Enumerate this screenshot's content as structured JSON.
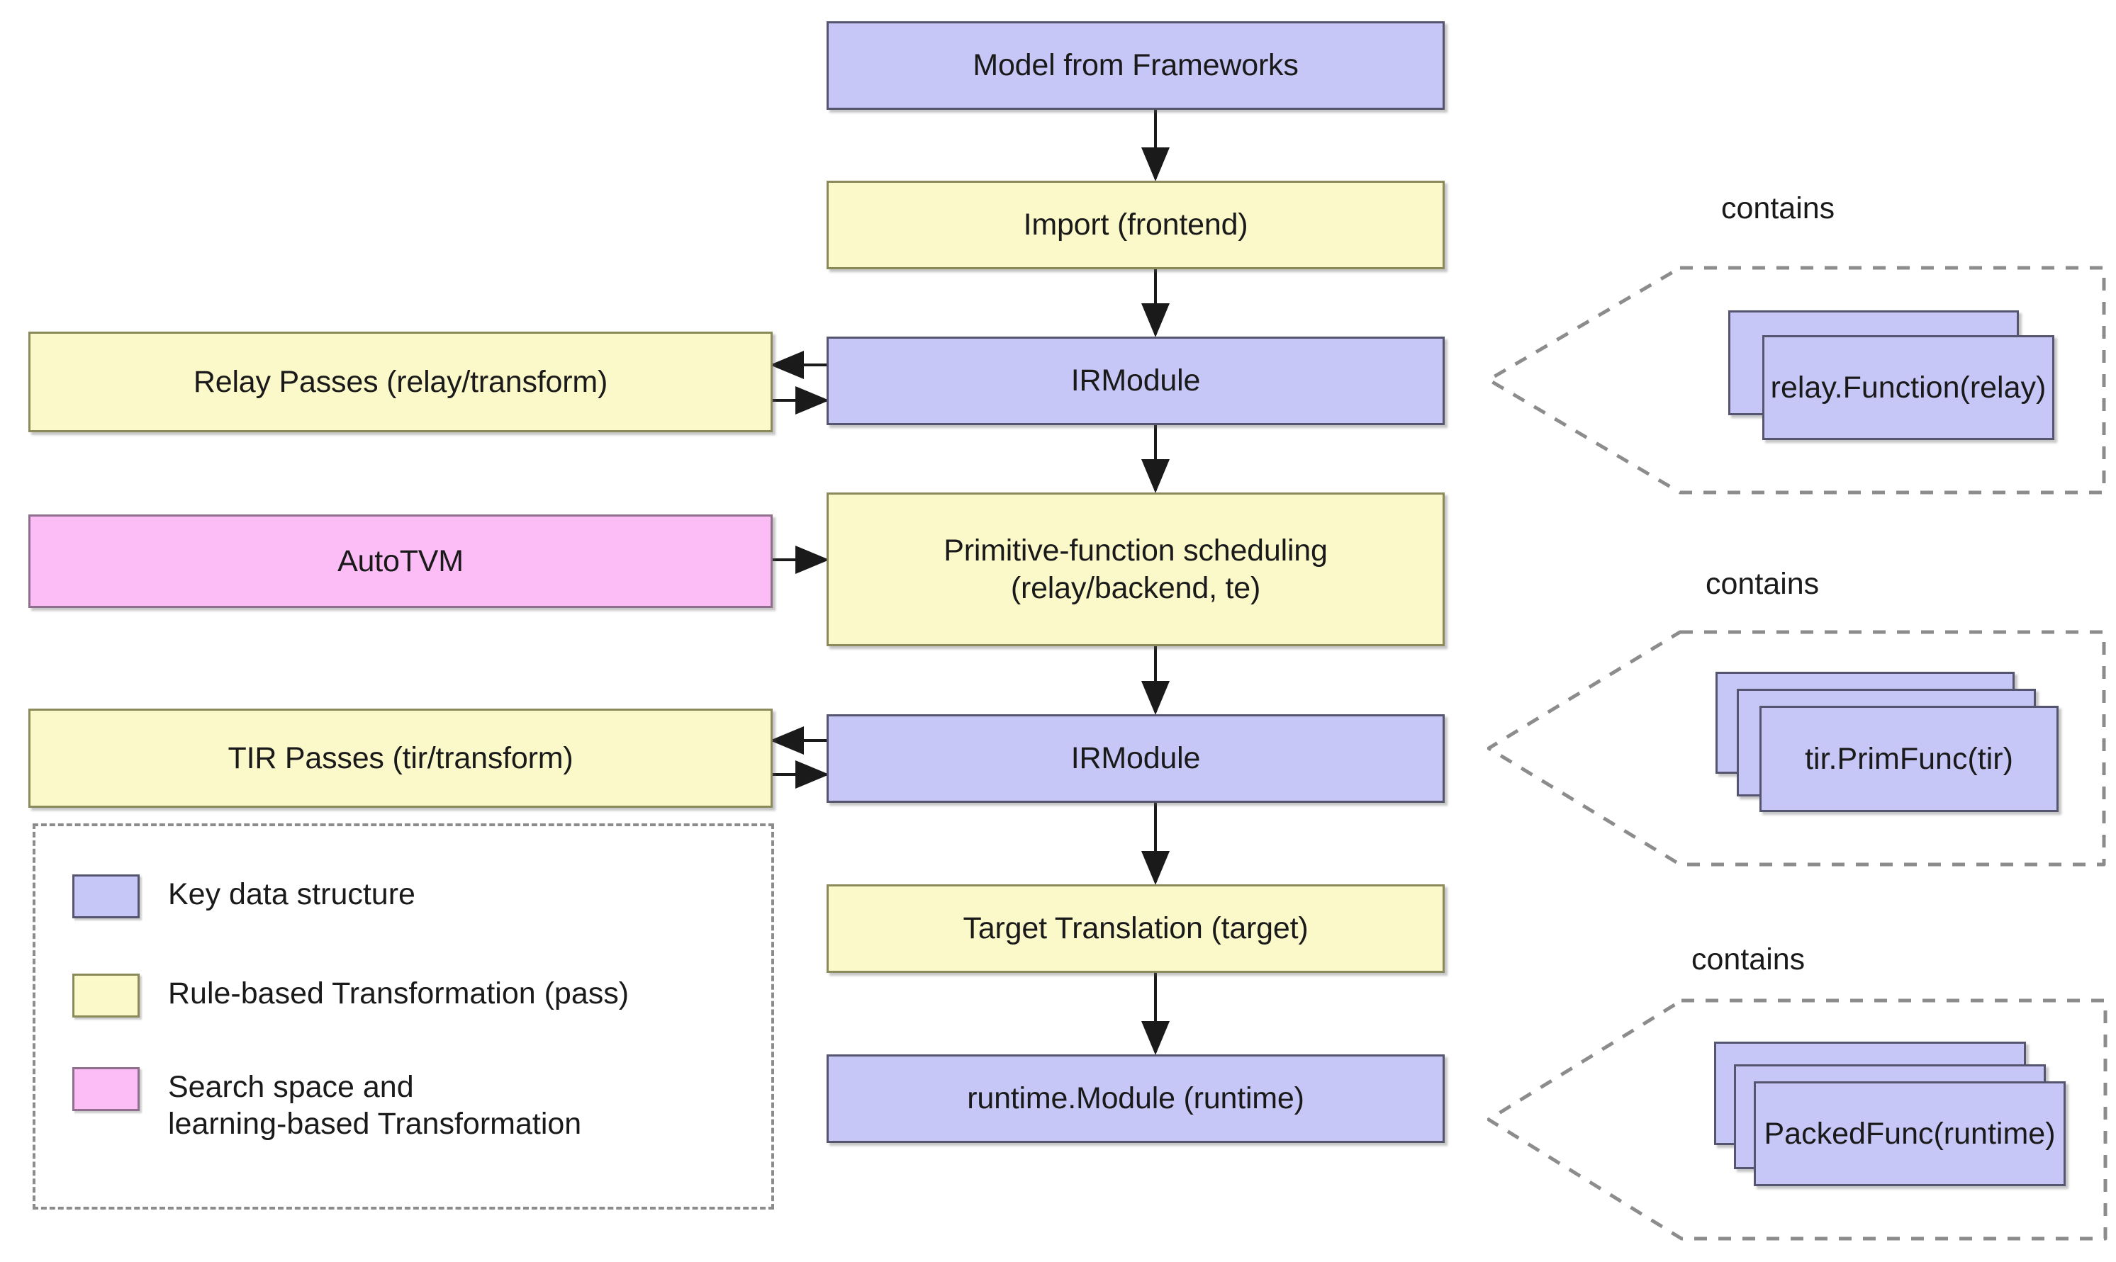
{
  "diagram": {
    "title_text": "",
    "colors": {
      "key_data_structure": "#c6c6f7",
      "rule_based_pass": "#fbf9c9",
      "search_learning": "#fcbcf6",
      "dashed_border": "#8c8c8c",
      "box_border": "#55556f",
      "text": "#1a1a1a",
      "background": "#ffffff"
    },
    "center_nodes": [
      {
        "id": "model",
        "label": "Model from Frameworks",
        "kind": "purple"
      },
      {
        "id": "import",
        "label": "Import (frontend)",
        "kind": "yellow"
      },
      {
        "id": "irmodule1",
        "label": "IRModule",
        "kind": "purple"
      },
      {
        "id": "scheduling",
        "label": "Primitive-function scheduling\n(relay/backend, te)",
        "kind": "yellow"
      },
      {
        "id": "irmodule2",
        "label": "IRModule",
        "kind": "purple"
      },
      {
        "id": "target",
        "label": "Target Translation (target)",
        "kind": "yellow"
      },
      {
        "id": "runtime",
        "label": "runtime.Module (runtime)",
        "kind": "purple"
      }
    ],
    "left_nodes": [
      {
        "id": "relay_passes",
        "label": "Relay Passes (relay/transform)",
        "kind": "yellow"
      },
      {
        "id": "autotvm",
        "label": "AutoTVM",
        "kind": "pink"
      },
      {
        "id": "tir_passes",
        "label": "TIR Passes (tir/transform)",
        "kind": "yellow"
      }
    ],
    "legend": {
      "items": [
        {
          "kind": "purple",
          "label": "Key data structure"
        },
        {
          "kind": "yellow",
          "label": "Rule-based Transformation (pass)"
        },
        {
          "kind": "pink",
          "label": "Search space and\nlearning-based Transformation"
        }
      ]
    },
    "contains_groups": [
      {
        "id": "relay_contains",
        "label": "contains",
        "item_label": "relay.Function(relay)",
        "stack_count": 2
      },
      {
        "id": "tir_contains",
        "label": "contains",
        "item_label": "tir.PrimFunc(tir)",
        "stack_count": 3
      },
      {
        "id": "runtime_contains",
        "label": "contains",
        "item_label": "PackedFunc(runtime)",
        "stack_count": 3
      }
    ],
    "edges": [
      {
        "from": "model",
        "to": "import",
        "direction": "down"
      },
      {
        "from": "import",
        "to": "irmodule1",
        "direction": "down"
      },
      {
        "from": "irmodule1",
        "to": "scheduling",
        "direction": "down"
      },
      {
        "from": "scheduling",
        "to": "irmodule2",
        "direction": "down"
      },
      {
        "from": "irmodule2",
        "to": "target",
        "direction": "down"
      },
      {
        "from": "target",
        "to": "runtime",
        "direction": "down"
      },
      {
        "from": "irmodule1",
        "to": "relay_passes",
        "direction": "left"
      },
      {
        "from": "relay_passes",
        "to": "irmodule1",
        "direction": "right"
      },
      {
        "from": "autotvm",
        "to": "scheduling",
        "direction": "right"
      },
      {
        "from": "irmodule2",
        "to": "tir_passes",
        "direction": "left"
      },
      {
        "from": "tir_passes",
        "to": "irmodule2",
        "direction": "right"
      }
    ]
  }
}
